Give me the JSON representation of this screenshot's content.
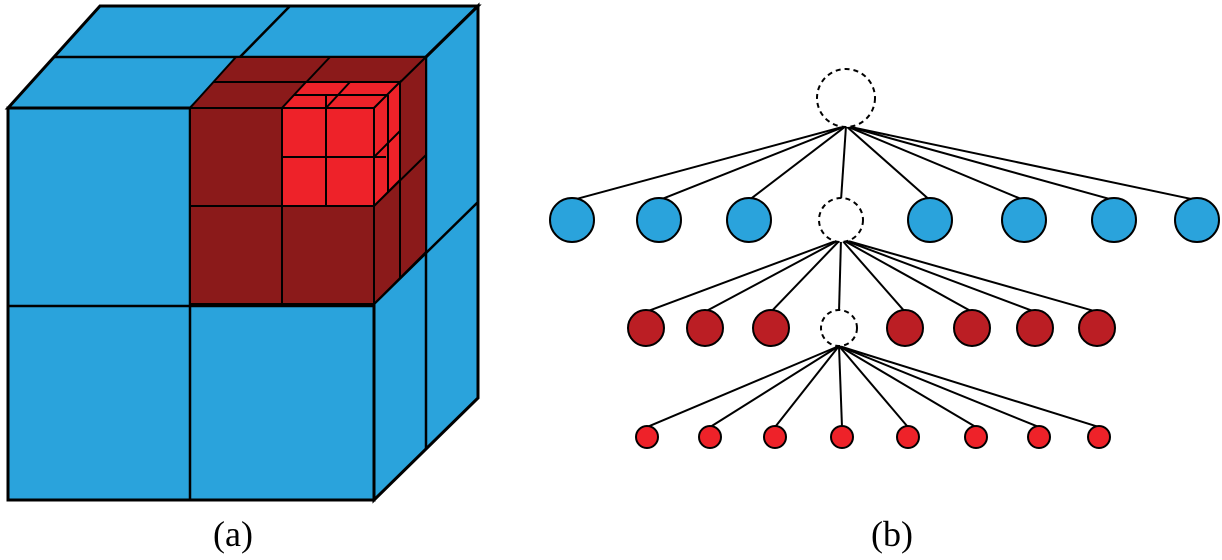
{
  "captions": {
    "a": "(a)",
    "b": "(b)"
  },
  "colors": {
    "blue": "#2aa3dc",
    "blue_top": "#2aa3dc",
    "dark_red": "#8b1a1a",
    "bright_red": "#ee2229",
    "tree_red": "#bb1e24",
    "outline": "#000000",
    "hidden_node": "#ffffff"
  },
  "octree": {
    "levels": 3,
    "level_colors": [
      "blue",
      "dark_red",
      "bright_red"
    ]
  },
  "tree": {
    "levels": [
      {
        "node_color": "blue",
        "visible_children": 7,
        "expanded_child": "dashed"
      },
      {
        "node_color": "tree_red",
        "visible_children": 7,
        "expanded_child": "dashed"
      },
      {
        "node_color": "bright_red",
        "visible_children": 8,
        "expanded_child": "none"
      }
    ]
  }
}
